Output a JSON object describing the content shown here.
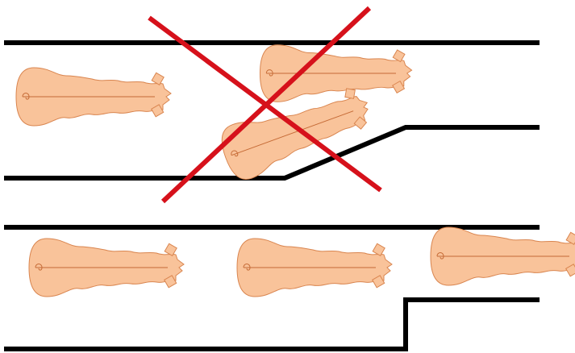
{
  "colors": {
    "background": "#ffffff",
    "wall": "#000000",
    "object_fill": "#f9c39a",
    "object_outline": "#d9854f",
    "object_axis": "#c56a35",
    "cross": "#d6111b"
  },
  "scenarios": [
    {
      "id": "top",
      "outcome": "rejected",
      "channel": "tapered-step",
      "objects": 3,
      "cross_icon": "x-mark-icon"
    },
    {
      "id": "bottom",
      "outcome": "accepted",
      "channel": "abrupt-step",
      "objects": 3
    }
  ]
}
